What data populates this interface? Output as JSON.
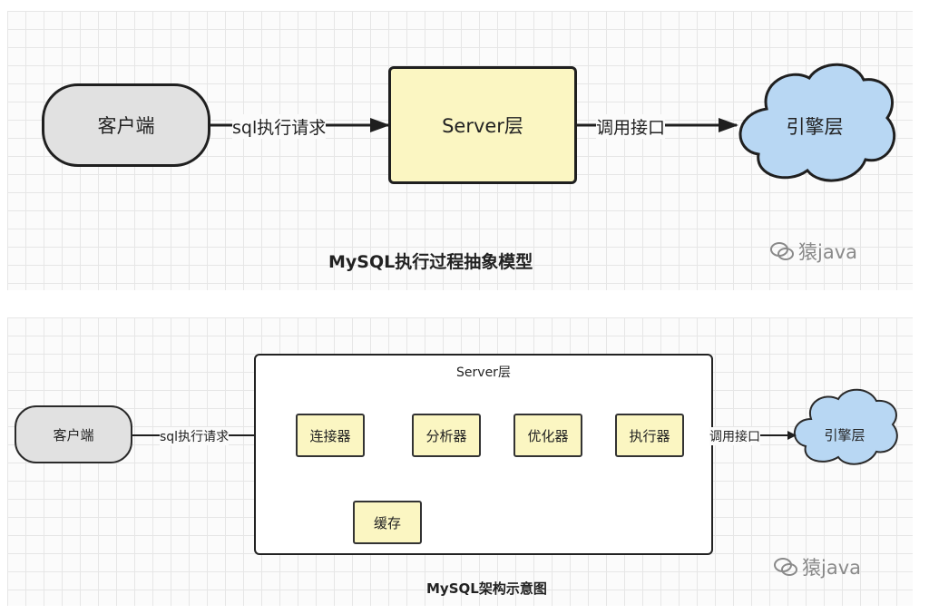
{
  "top_diagram": {
    "client": "客户端",
    "request_label": "sql执行请求",
    "server": "Server层",
    "api_label": "调用接口",
    "engine": "引擎层",
    "caption": "MySQL执行过程抽象模型",
    "watermark": "猿java"
  },
  "bottom_diagram": {
    "client": "客户端",
    "request_label": "sql执行请求",
    "server_title": "Server层",
    "components": {
      "connector": "连接器",
      "analyzer": "分析器",
      "optimizer": "优化器",
      "executor": "执行器",
      "cache": "缓存"
    },
    "api_label": "调用接口",
    "engine": "引擎层",
    "caption": "MySQL架构示意图",
    "watermark": "猿java"
  },
  "colors": {
    "client_fill": "#e1e1e1",
    "server_fill": "#fbf6c2",
    "engine_fill": "#b8d7f3",
    "line": "#1f1f1f"
  }
}
